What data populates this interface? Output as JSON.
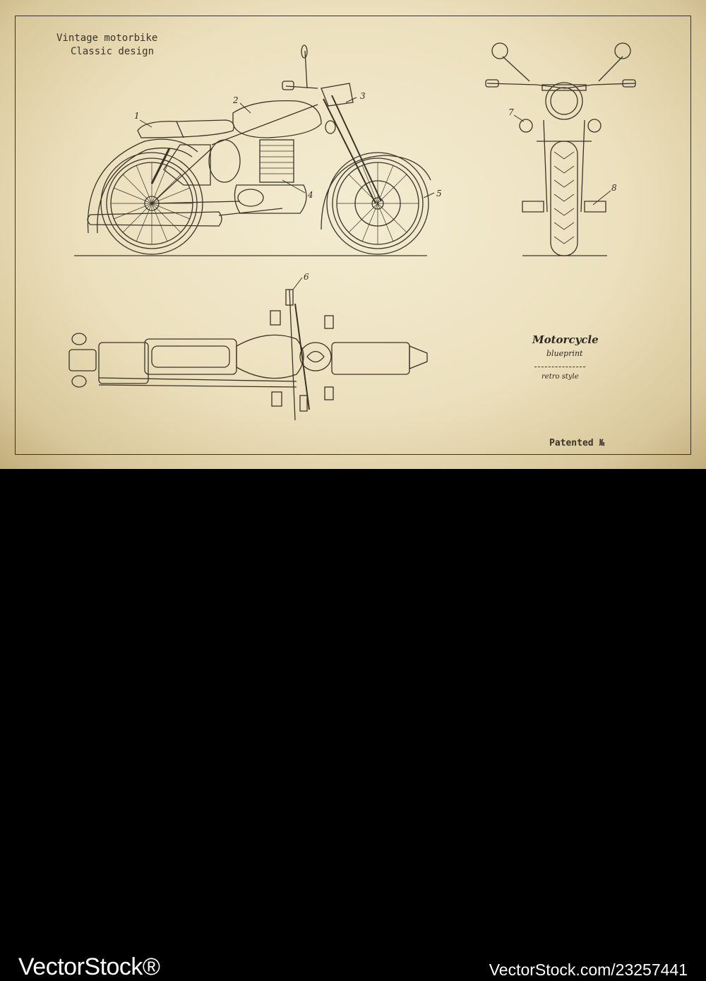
{
  "header": {
    "line1": "Vintage motorbike",
    "line2": "Classic design"
  },
  "stamp": {
    "title": "Motorcycle",
    "subtitle": "blueprint",
    "style": "retro style",
    "patent": "Patented №"
  },
  "callouts": [
    "1",
    "2",
    "3",
    "4",
    "5",
    "6",
    "7",
    "8"
  ],
  "footer": {
    "brand": "VectorStock®",
    "image_id": "VectorStock.com/23257441"
  },
  "colors": {
    "paper": "#efe4c6",
    "ink": "#3a3428",
    "footer": "#000000"
  }
}
